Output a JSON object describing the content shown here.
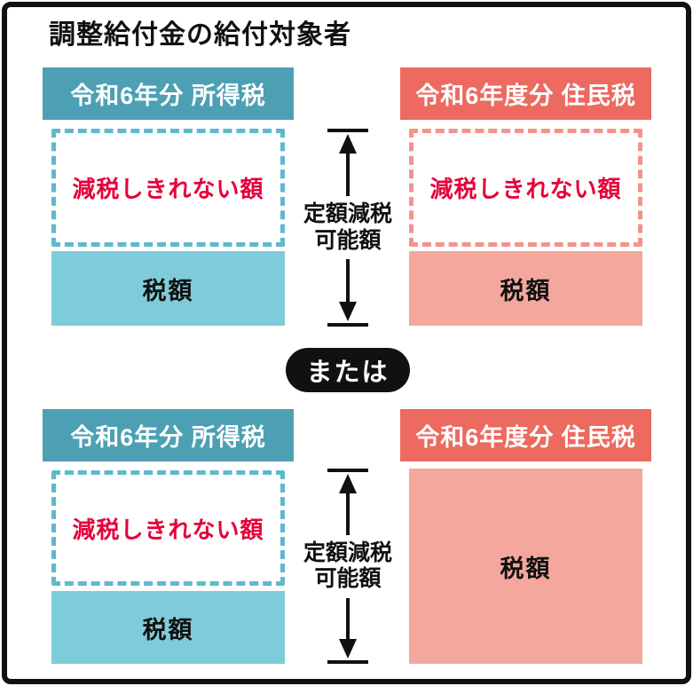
{
  "title": "調整給付金の給付対象者",
  "or_badge": "または",
  "dim_arrow": {
    "line1": "定額減税",
    "line2": "可能額"
  },
  "scenarios": [
    {
      "income_tax": {
        "header": "令和6年分 所得税",
        "shortfall": "減税しきれない額",
        "tax": "税額"
      },
      "resident_tax": {
        "header": "令和6年度分 住民税",
        "shortfall": "減税しきれない額",
        "tax": "税額"
      }
    },
    {
      "income_tax": {
        "header": "令和6年分 所得税",
        "shortfall": "減税しきれない額",
        "tax": "税額"
      },
      "resident_tax": {
        "header": "令和6年度分 住民税",
        "tax": "税額"
      }
    }
  ],
  "colors": {
    "teal_header": "#4DA0B4",
    "teal_fill": "#7ECBD9",
    "teal_dash": "#5FB9CC",
    "salmon_header": "#EC6A60",
    "salmon_fill": "#F4A79C",
    "salmon_dash": "#F2948B",
    "red_text": "#E60039",
    "black": "#111111"
  }
}
